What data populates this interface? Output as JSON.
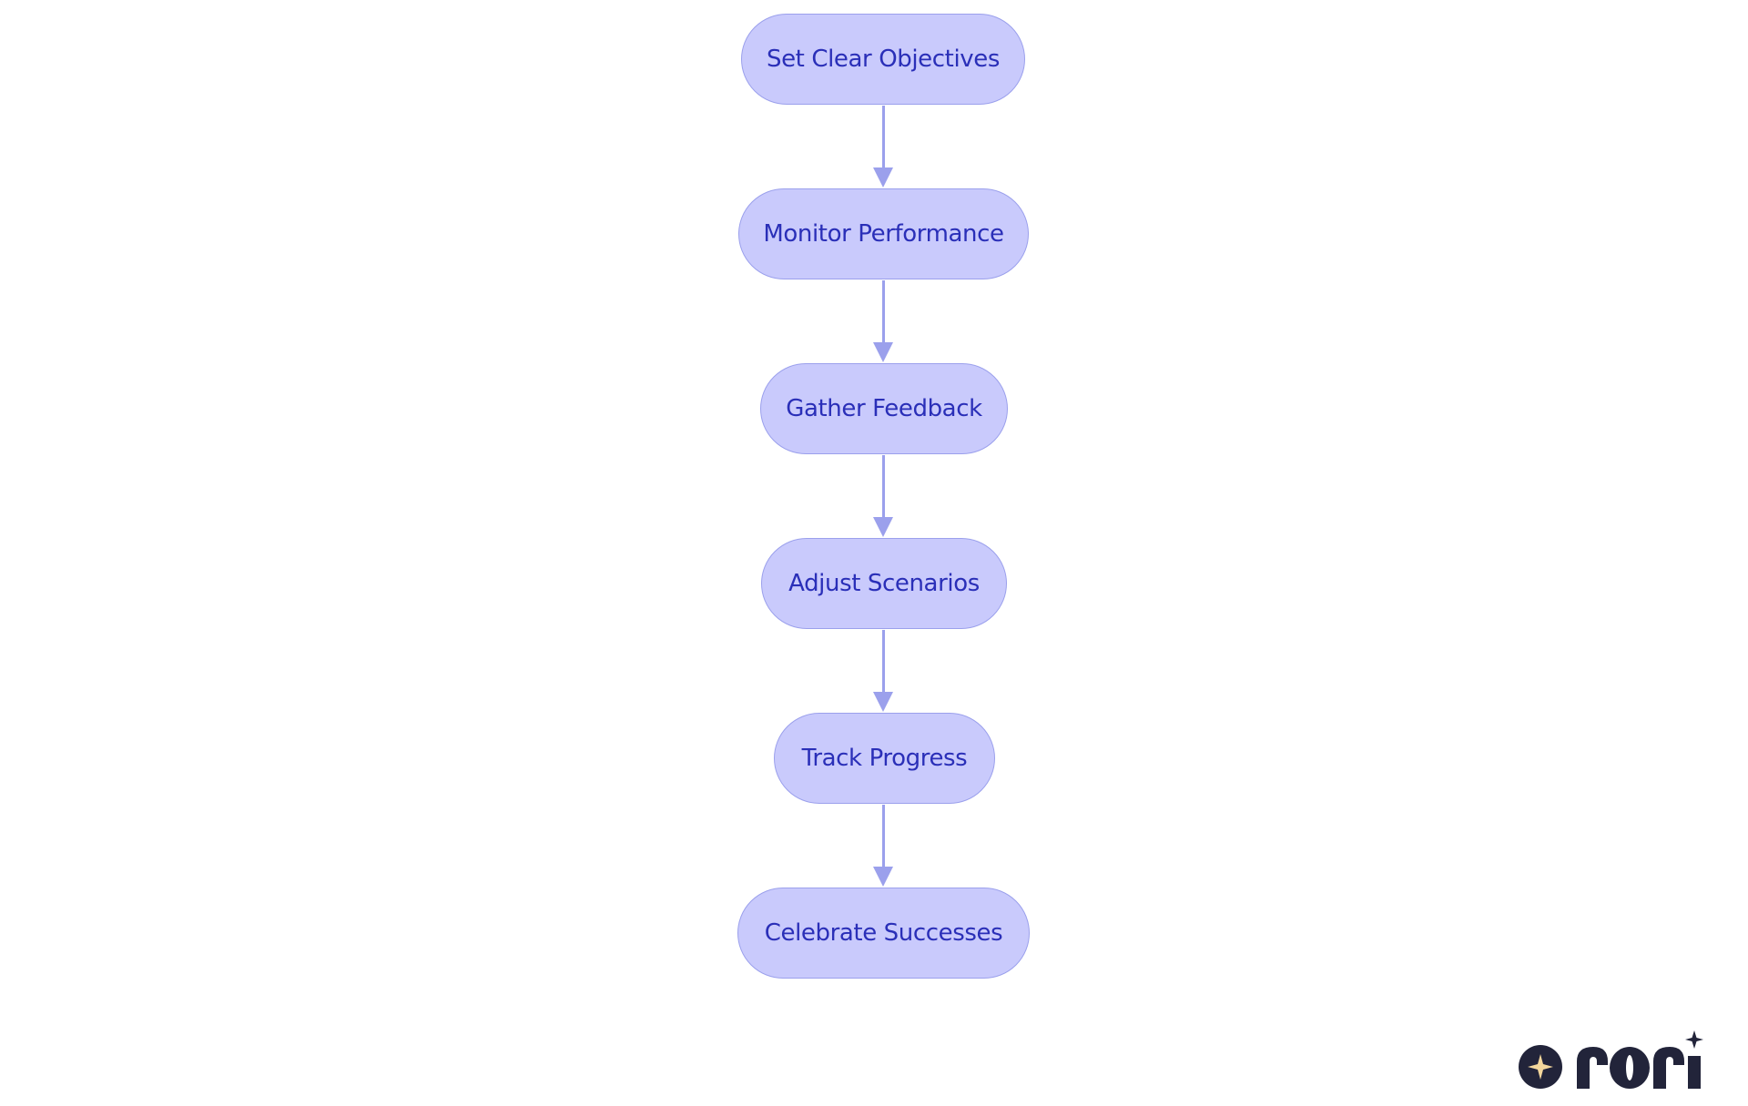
{
  "diagram": {
    "nodes": [
      {
        "label": "Set Clear Objectives"
      },
      {
        "label": "Monitor Performance"
      },
      {
        "label": "Gather Feedback"
      },
      {
        "label": "Adjust Scenarios"
      },
      {
        "label": "Track Progress"
      },
      {
        "label": "Celebrate Successes"
      }
    ],
    "edges": [
      {
        "from": "Set Clear Objectives",
        "to": "Monitor Performance"
      },
      {
        "from": "Monitor Performance",
        "to": "Gather Feedback"
      },
      {
        "from": "Gather Feedback",
        "to": "Adjust Scenarios"
      },
      {
        "from": "Adjust Scenarios",
        "to": "Track Progress"
      },
      {
        "from": "Track Progress",
        "to": "Celebrate Successes"
      }
    ]
  },
  "branding": {
    "logo_text": "rori"
  },
  "colors": {
    "node_fill": "#c9cafc",
    "node_border": "#9ba0ec",
    "node_text": "#2a2fb8",
    "arrow": "#9ba0ec",
    "logo_dark": "#22243a",
    "logo_star": "#f4d79c"
  }
}
